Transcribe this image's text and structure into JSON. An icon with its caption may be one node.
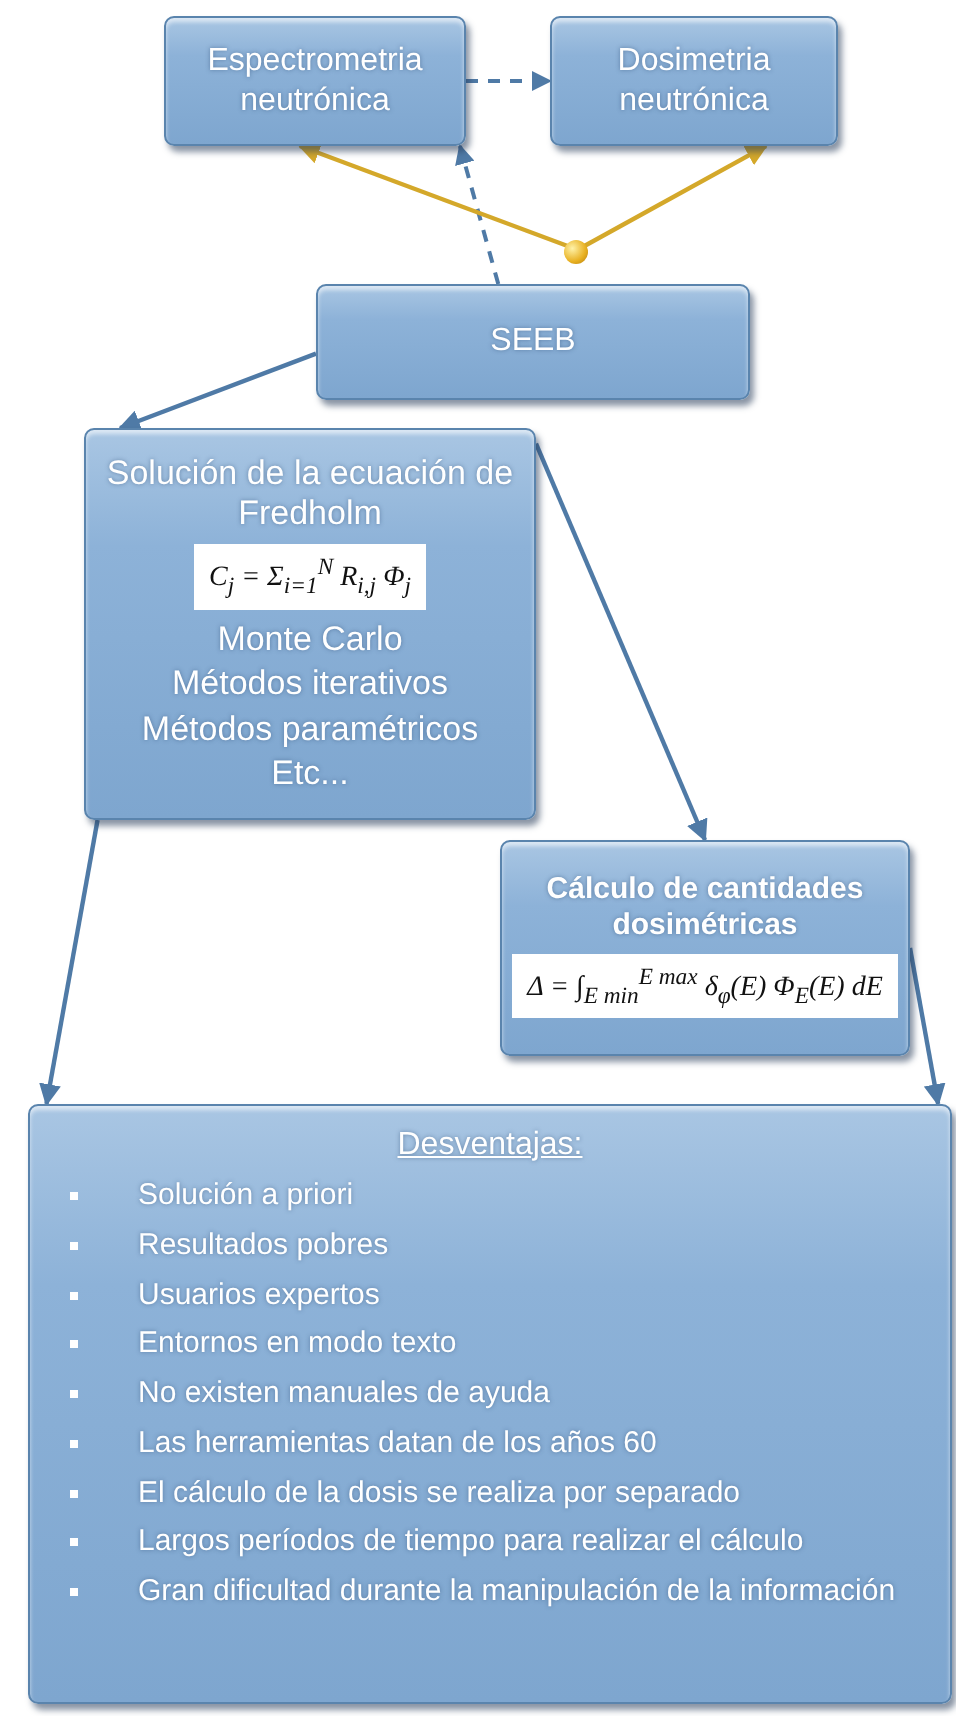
{
  "diagram": {
    "nodes": [
      {
        "text": [
          "Espectrometria neutrónica"
        ]
      },
      {
        "text": [
          "Dosimetria neutrónica"
        ]
      },
      {
        "text": [
          "SEEB"
        ]
      },
      {
        "text": [],
        "shape": "circle"
      },
      {
        "text": [
          "Solución de la ecuación de Fredholm",
          "C$_{j}$ = Σ$_{i=1}$$^{N}$ R$_{i,j}$ Φ$_{j}$",
          "Monte Carlo",
          "Métodos iterativos",
          "Métodos paramétricos",
          "Etc..."
        ]
      },
      {
        "text": [
          "Cálculo de cantidades dosimétricas",
          "Δ = ∫$_{E min}$$^{E max}$ δ$_{φ}$(E) Φ$_{E}$(E) dE"
        ]
      },
      {
        "text": [
          "Desventajas:",
          "Solución a priori",
          "Resultados pobres",
          "Usuarios expertos",
          "Entornos en modo texto",
          "No existen manuales de ayuda",
          "Las herramientas datan de los años 60",
          "El cálculo de la dosis se realiza por separado",
          "Largos períodos de tiempo para realizar el cálculo",
          "Gran dificultad durante la manipulación de la información"
        ]
      }
    ],
    "edges": [
      {
        "from": 0,
        "to": 1,
        "arrow": "to",
        "style": "dashed"
      },
      {
        "from": 2,
        "to": 0,
        "arrow": "to",
        "style": "dashed"
      },
      {
        "from": 3,
        "to": 0,
        "arrow": "to",
        "color": "#d4a82a"
      },
      {
        "from": 3,
        "to": 1,
        "arrow": "to",
        "color": "#d4a82a"
      },
      {
        "from": 2,
        "to": 4,
        "arrow": "to"
      },
      {
        "from": 4,
        "to": 5,
        "arrow": "to"
      },
      {
        "from": 4,
        "to": 6,
        "arrow": "to"
      },
      {
        "from": 5,
        "to": 6,
        "arrow": "to"
      }
    ]
  }
}
